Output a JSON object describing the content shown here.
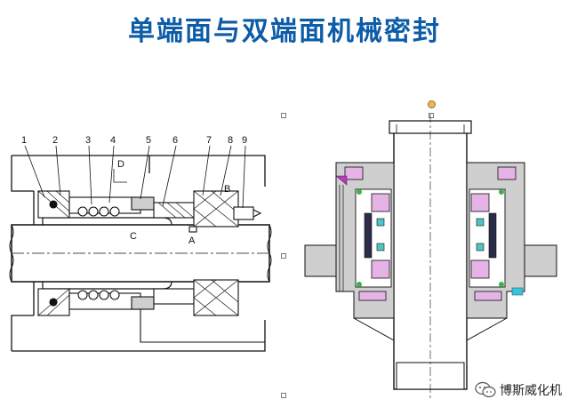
{
  "slide": {
    "title": "单端面与双端面机械密封"
  },
  "left_drawing": {
    "part_numbers": [
      "1",
      "2",
      "3",
      "4",
      "5",
      "6",
      "7",
      "8",
      "9"
    ],
    "letters": {
      "A": "A",
      "B": "B",
      "C": "C",
      "D": "D"
    }
  },
  "watermark": {
    "icon": "wechat-icon",
    "text": "博斯威化机"
  },
  "colors": {
    "title": "#0c5ca8",
    "pink_seal": "#e6b3e6",
    "cyan_port": "#39c3d8",
    "magenta_port": "#b33bb3"
  }
}
